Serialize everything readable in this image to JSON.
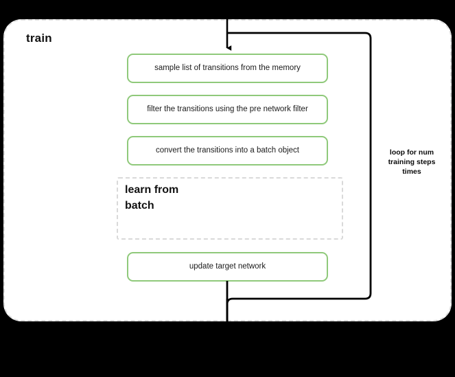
{
  "diagram": {
    "title": "train",
    "container": {
      "style": "dashed-rounded-group"
    },
    "steps": [
      {
        "id": "sample",
        "label": "sample list of transitions from the memory",
        "kind": "process"
      },
      {
        "id": "filter",
        "label": "filter the transitions using the pre network filter",
        "kind": "process"
      },
      {
        "id": "convert",
        "label": "convert the transitions into a batch object",
        "kind": "process"
      },
      {
        "id": "learn",
        "label": "learn from batch",
        "kind": "subgroup"
      },
      {
        "id": "update",
        "label": "update target network",
        "kind": "process"
      }
    ],
    "loop": {
      "label": "loop for num training steps times",
      "label_lines": [
        "loop for num",
        "training steps",
        "times"
      ]
    },
    "colors": {
      "process_border": "#8fc97a",
      "group_border": "#dddddd",
      "subgroup_border": "#d9d9d9",
      "connector": "#000000",
      "background": "#000000",
      "surface": "#ffffff",
      "text": "#111111"
    }
  }
}
